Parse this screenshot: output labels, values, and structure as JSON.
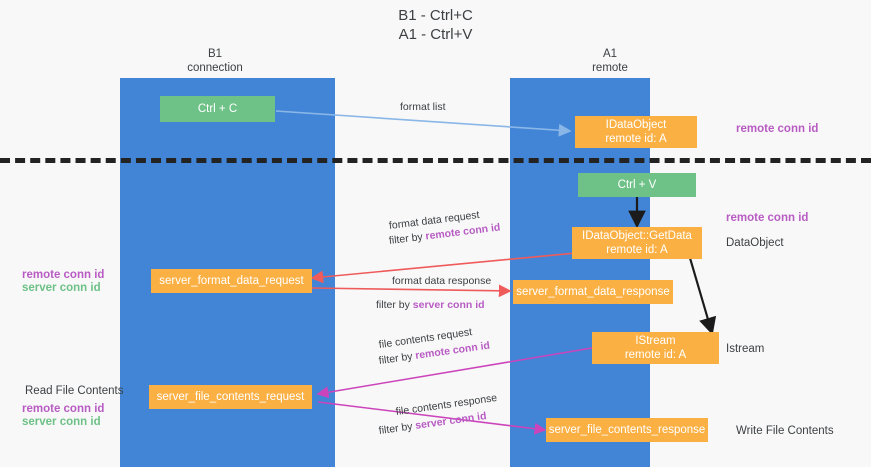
{
  "title": "B1 - Ctrl+C\nA1 - Ctrl+V",
  "columns": {
    "left": "B1\nconnection",
    "right": "A1\nremote"
  },
  "nodes": {
    "ctrl_c": "Ctrl + C",
    "ctrl_v": "Ctrl + V",
    "idataobject": "IDataObject\nremote id: A",
    "idataobject_getdata": "IDataObject::GetData\nremote id: A",
    "istream": "IStream\nremote id: A",
    "server_format_data_request": "server_format_data_request",
    "server_format_data_response": "server_format_data_response",
    "server_file_contents_request": "server_file_contents_request",
    "server_file_contents_response": "server_file_contents_response"
  },
  "right_labels": {
    "remote_conn_id_top": "remote conn id",
    "remote_conn_id_mid": "remote conn id",
    "data_object": "DataObject",
    "istream": "Istream",
    "write_file_contents": "Write File Contents"
  },
  "left_labels": {
    "remote_conn_id": "remote conn id",
    "server_conn_id": "server conn id",
    "read_file_contents": "Read File Contents",
    "remote_conn_id_2": "remote conn id",
    "server_conn_id_2": "server conn id"
  },
  "edges": {
    "format_list": "format list",
    "format_data_request": "format data request",
    "format_data_request_filter_prefix": "filter by ",
    "format_data_request_filter_key": "remote conn id",
    "format_data_response": "format data response",
    "format_data_response_filter_prefix": "filter by ",
    "format_data_response_filter_key": "server conn id",
    "file_contents_request": "file contents request",
    "file_contents_request_filter_prefix": "filter by ",
    "file_contents_request_filter_key": "remote conn id",
    "file_contents_response": "file contents response",
    "file_contents_response_filter_prefix": "filter by ",
    "file_contents_response_filter_key": "server conn id"
  },
  "colors": {
    "lane": "#4285d6",
    "green_box": "#6ec187",
    "orange_box": "#fbb044",
    "conn_purple": "#b85cc4",
    "conn_green": "#6ec187",
    "arrow_blue": "#8ab7e8",
    "arrow_red": "#ef5b5b",
    "arrow_magenta": "#cc44bb",
    "arrow_black": "#1b1b1b",
    "divider": "#232323",
    "background": "#f8f8f8"
  }
}
